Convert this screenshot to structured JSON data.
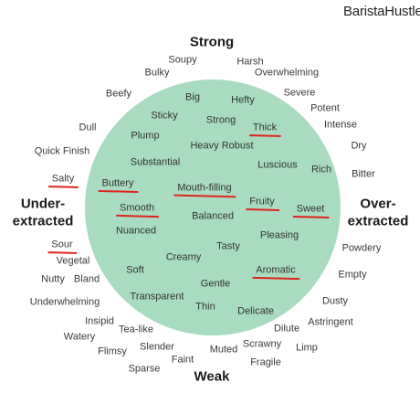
{
  "brand": "BaristaHustle",
  "colors": {
    "circle_fill": "#a9dbc0",
    "underline": "#e0231c"
  },
  "poles": {
    "top": "Strong",
    "bottom": "Weak",
    "left": [
      "Under-",
      "extracted"
    ],
    "right": [
      "Over-",
      "extracted"
    ]
  },
  "inner_words": [
    "Big",
    "Hefty",
    "Sticky",
    "Strong",
    "Thick",
    "Plump",
    "Heavy Robust",
    "Substantial",
    "Luscious",
    "Rich",
    "Buttery",
    "Mouth-filling",
    "Fruity",
    "Sweet",
    "Smooth",
    "Balanced",
    "Nuanced",
    "Pleasing",
    "Tasty",
    "Creamy",
    "Soft",
    "Aromatic",
    "Gentle",
    "Transparent",
    "Thin",
    "Delicate"
  ],
  "outer_words": [
    "Soupy",
    "Harsh",
    "Bulky",
    "Overwhelming",
    "Beefy",
    "Severe",
    "Potent",
    "Intense",
    "Dull",
    "Dry",
    "Quick Finish",
    "Salty",
    "Bitter",
    "Sour",
    "Powdery",
    "Vegetal",
    "Nutty",
    "Bland",
    "Empty",
    "Dusty",
    "Underwhelming",
    "Astringent",
    "Insipid",
    "Tea-like",
    "Dilute",
    "Watery",
    "Scrawny",
    "Limp",
    "Flimsy",
    "Slender",
    "Muted",
    "Faint",
    "Fragile",
    "Sparse"
  ],
  "underlined_words": [
    "Thick",
    "Salty",
    "Buttery",
    "Mouth-filling",
    "Fruity",
    "Sweet",
    "Smooth",
    "Sour",
    "Aromatic"
  ]
}
